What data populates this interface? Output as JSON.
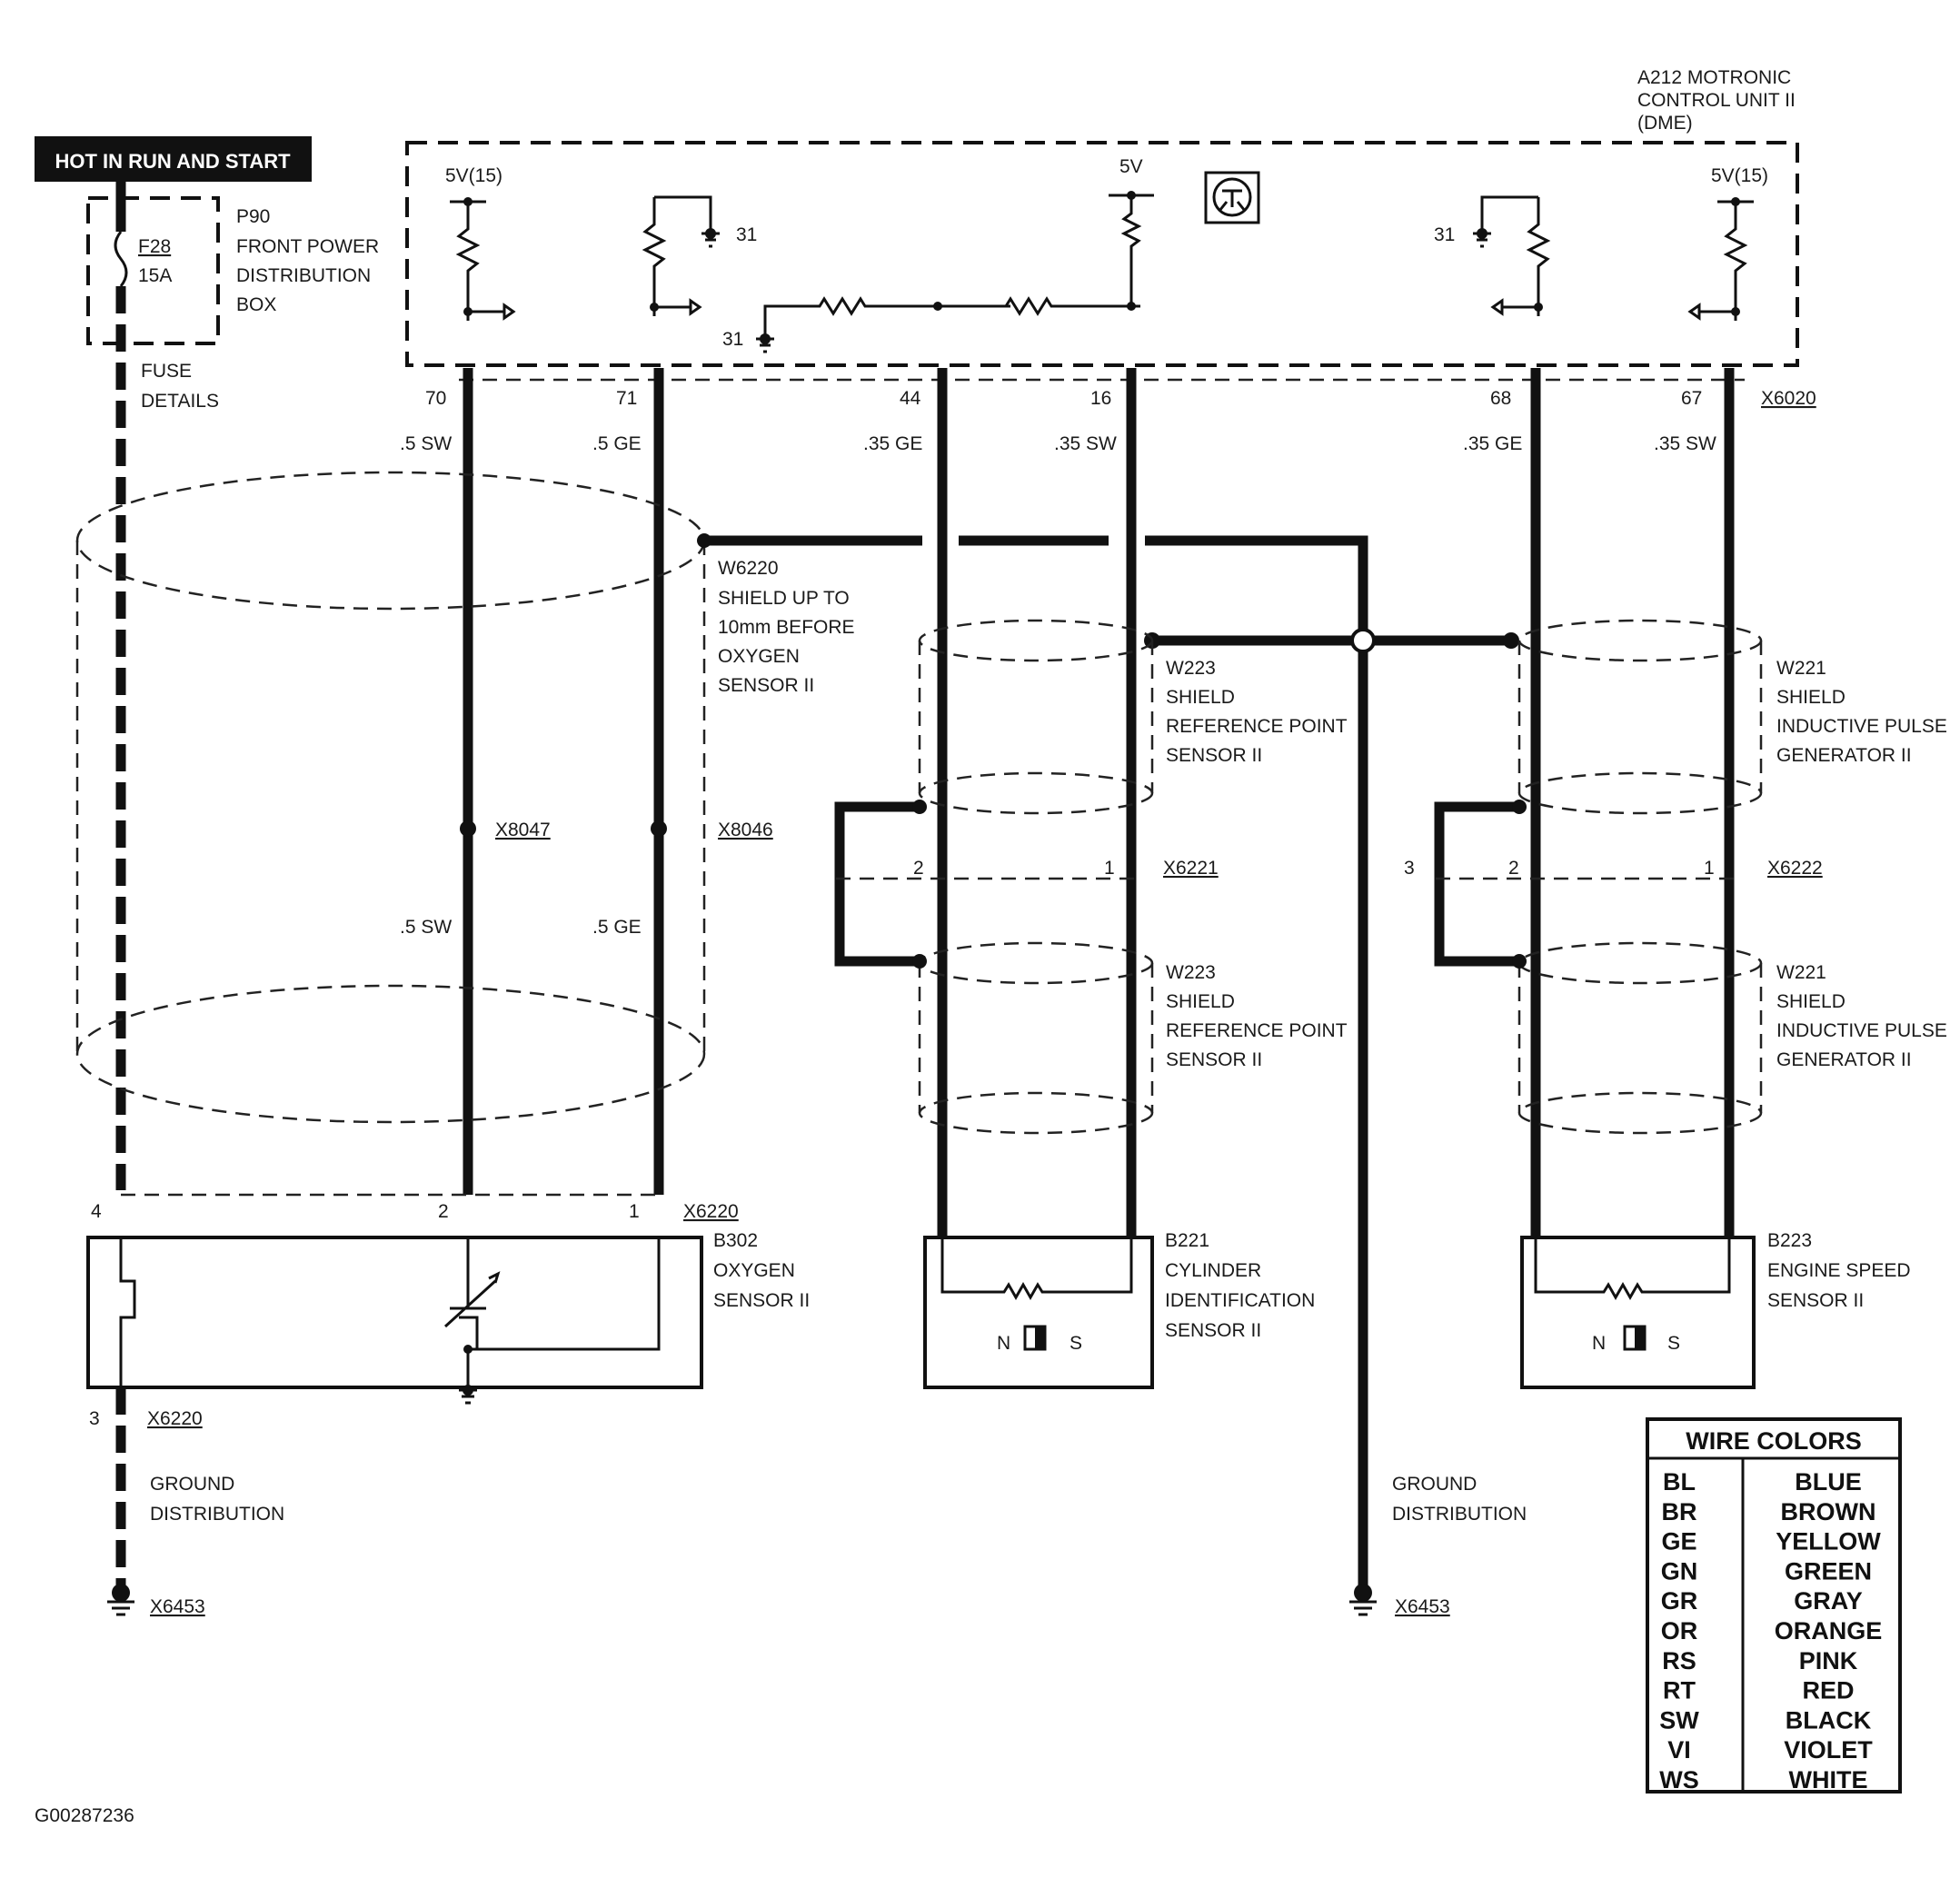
{
  "header": {
    "hot_label": "HOT IN RUN AND START",
    "ecu_line1": "A212 MOTRONIC",
    "ecu_line2": "CONTROL UNIT II",
    "ecu_line3": "(DME)"
  },
  "fuse": {
    "id": "F28",
    "rating": "15A",
    "box_line1": "P90",
    "box_line2": "FRONT POWER",
    "box_line3": "DISTRIBUTION",
    "box_line4": "BOX",
    "details_line1": "FUSE",
    "details_line2": "DETAILS"
  },
  "ecu_internal": {
    "v_left": "5V(15)",
    "v_mid": "5V",
    "v_right": "5V(15)",
    "gnd_a": "31",
    "gnd_b": "31",
    "gnd_c": "31"
  },
  "pins": {
    "p70": "70",
    "p71": "71",
    "p44": "44",
    "p16": "16",
    "p68": "68",
    "p67": "67",
    "connector_top": "X6020"
  },
  "wires": {
    "w70": ".5 SW",
    "w71": ".5 GE",
    "w44": ".35 GE",
    "w16": ".35 SW",
    "w68": ".35 GE",
    "w67": ".35 SW",
    "w70_lower": ".5 SW",
    "w71_lower": ".5 GE"
  },
  "shield_w6220": {
    "l1": "W6220",
    "l2": "SHIELD UP TO",
    "l3": "10mm BEFORE",
    "l4": "OXYGEN",
    "l5": "SENSOR II"
  },
  "splices": {
    "s1": "X8047",
    "s2": "X8046"
  },
  "shield_w223_upper": {
    "l1": "W223",
    "l2": "SHIELD",
    "l3": "REFERENCE POINT",
    "l4": "SENSOR II"
  },
  "shield_w223_lower": {
    "l1": "W223",
    "l2": "SHIELD",
    "l3": "REFERENCE POINT",
    "l4": "SENSOR II"
  },
  "shield_w221_upper": {
    "l1": "W221",
    "l2": "SHIELD",
    "l3": "INDUCTIVE PULSE",
    "l4": "GENERATOR II"
  },
  "shield_w221_lower": {
    "l1": "W221",
    "l2": "SHIELD",
    "l3": "INDUCTIVE PULSE",
    "l4": "GENERATOR II"
  },
  "conn_x6221": {
    "name": "X6221",
    "pin2": "2",
    "pin1": "1"
  },
  "conn_x6222": {
    "name": "X6222",
    "pin3": "3",
    "pin2": "2",
    "pin1": "1"
  },
  "conn_x6220": {
    "name": "X6220",
    "pin4": "4",
    "pin2": "2",
    "pin1": "1"
  },
  "sensor_b302": {
    "l1": "B302",
    "l2": "OXYGEN",
    "l3": "SENSOR II"
  },
  "sensor_b221": {
    "l1": "B221",
    "l2": "CYLINDER",
    "l3": "IDENTIFICATION",
    "l4": "SENSOR II",
    "n": "N",
    "s": "S"
  },
  "sensor_b223": {
    "l1": "B223",
    "l2": "ENGINE SPEED",
    "l3": "SENSOR II",
    "n": "N",
    "s": "S"
  },
  "ground_left": {
    "pin": "3",
    "conn": "X6220",
    "l1": "GROUND",
    "l2": "DISTRIBUTION",
    "point": "X6453"
  },
  "ground_right": {
    "l1": "GROUND",
    "l2": "DISTRIBUTION",
    "point": "X6453"
  },
  "wire_colors": {
    "title": "WIRE COLORS",
    "rows": [
      {
        "code": "BL",
        "name": "BLUE"
      },
      {
        "code": "BR",
        "name": "BROWN"
      },
      {
        "code": "GE",
        "name": "YELLOW"
      },
      {
        "code": "GN",
        "name": "GREEN"
      },
      {
        "code": "GR",
        "name": "GRAY"
      },
      {
        "code": "OR",
        "name": "ORANGE"
      },
      {
        "code": "RS",
        "name": "PINK"
      },
      {
        "code": "RT",
        "name": "RED"
      },
      {
        "code": "SW",
        "name": "BLACK"
      },
      {
        "code": "VI",
        "name": "VIOLET"
      },
      {
        "code": "WS",
        "name": "WHITE"
      }
    ]
  },
  "figure_id": "G00287236"
}
